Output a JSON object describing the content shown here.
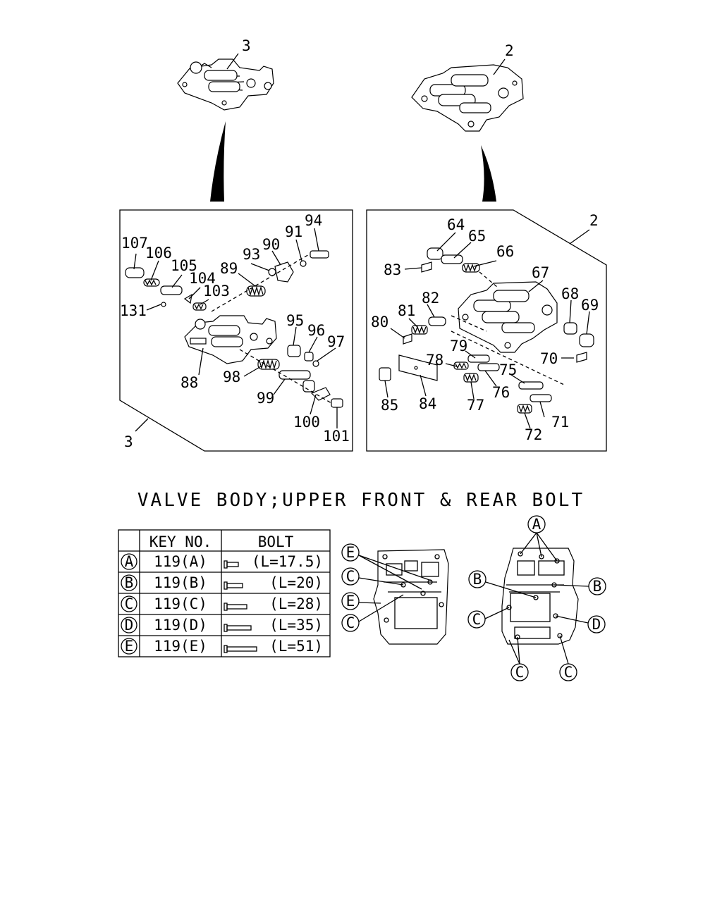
{
  "title": "VALVE BODY;UPPER FRONT & REAR BOLT",
  "top_callouts": {
    "left": "3",
    "right": "2"
  },
  "left_panel": {
    "corner_label": "3",
    "callouts": [
      "107",
      "106",
      "105",
      "104",
      "103",
      "131",
      "89",
      "93",
      "90",
      "91",
      "94",
      "95",
      "96",
      "97",
      "88",
      "98",
      "99",
      "100",
      "101"
    ]
  },
  "right_panel": {
    "corner_label": "2",
    "callouts": [
      "64",
      "65",
      "66",
      "83",
      "67",
      "68",
      "69",
      "82",
      "81",
      "80",
      "79",
      "70",
      "78",
      "75",
      "76",
      "77",
      "85",
      "84",
      "71",
      "72"
    ]
  },
  "bolt_table": {
    "headers": [
      "KEY NO.",
      "BOLT"
    ],
    "rows": [
      {
        "letter": "A",
        "key": "119(A)",
        "length": "(L=17.5)"
      },
      {
        "letter": "B",
        "key": "119(B)",
        "length": "(L=20)"
      },
      {
        "letter": "C",
        "key": "119(C)",
        "length": "(L=28)"
      },
      {
        "letter": "D",
        "key": "119(D)",
        "length": "(L=35)"
      },
      {
        "letter": "E",
        "key": "119(E)",
        "length": "(L=51)"
      }
    ]
  },
  "front_view_letters": [
    "E",
    "C",
    "E",
    "C"
  ],
  "rear_view_letters": [
    "A",
    "B",
    "B",
    "C",
    "D",
    "C",
    "C"
  ]
}
